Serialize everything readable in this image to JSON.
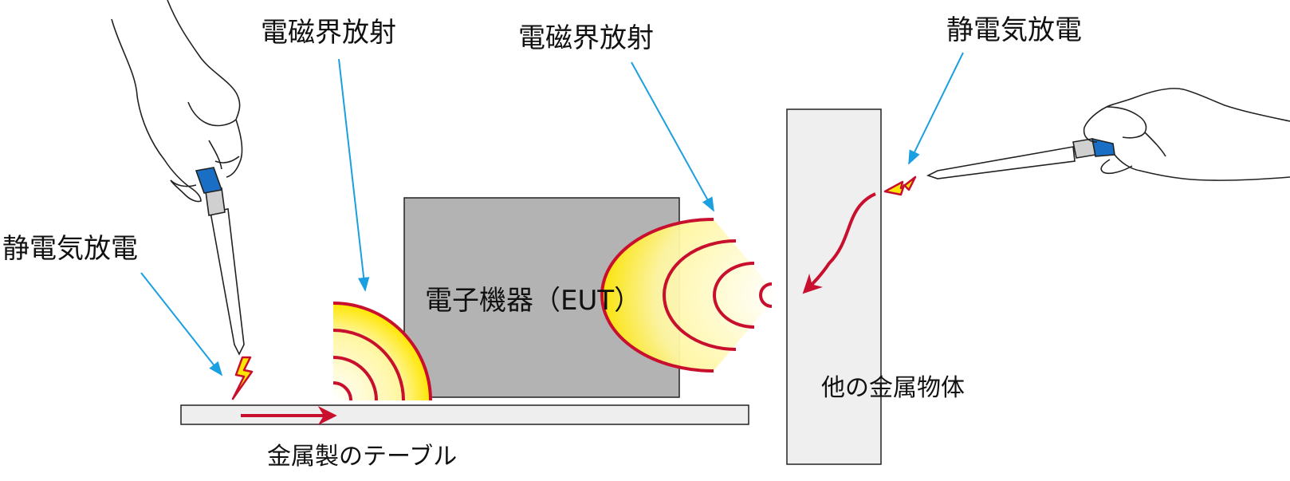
{
  "labels": {
    "em_radiation_left": "電磁界放射",
    "em_radiation_right": "電磁界放射",
    "esd_left": "静電気放電",
    "esd_right": "静電気放電",
    "eut": "電子機器（EUT）",
    "metal_table": "金属製のテーブル",
    "other_metal": "他の金属物体"
  },
  "colors": {
    "callout_line": "#1a9fe0",
    "discharge_red": "#c8102e",
    "wave_yellow": "#ffe600",
    "eut_fill": "#b3b3b3",
    "table_fill": "#eeeeee",
    "metal_fill": "#efefef",
    "spark_yellow": "#ffe600",
    "grip_blue": "#1a6fc4"
  },
  "icons": {
    "hand_left": "hand-holding-esd-gun-icon",
    "hand_right": "hand-holding-esd-gun-icon",
    "spark": "lightning-spark-icon"
  }
}
